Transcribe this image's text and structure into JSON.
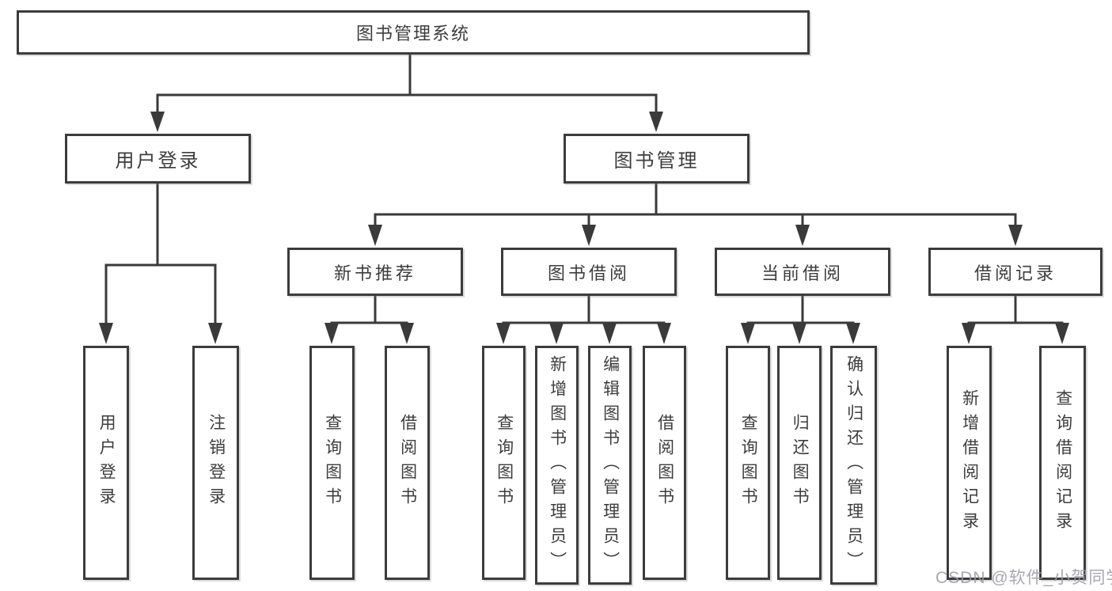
{
  "tree": {
    "root": "图书管理系统",
    "user": {
      "label": "用户登录",
      "children": [
        "用户登录",
        "注销登录"
      ]
    },
    "mgmt": {
      "label": "图书管理",
      "groups": [
        {
          "label": "新书推荐",
          "children": [
            "查询图书",
            "借阅图书"
          ]
        },
        {
          "label": "图书借阅",
          "children": [
            "查询图书",
            "新增图书（管理员）",
            "编辑图书（管理员）",
            "借阅图书"
          ]
        },
        {
          "label": "当前借阅",
          "children": [
            "查询图书",
            "归还图书",
            "确认归还（管理员）"
          ]
        },
        {
          "label": "借阅记录",
          "children": [
            "新增借阅记录",
            "查询借阅记录"
          ]
        }
      ]
    }
  },
  "watermark": "CSDN @软件_小贺同学",
  "colors": {
    "line": "#3a3a3a",
    "box_border": "#3c3c3c",
    "text": "#3d3d3d",
    "watermark": "#9b9ba3",
    "background": "#ffffff"
  }
}
